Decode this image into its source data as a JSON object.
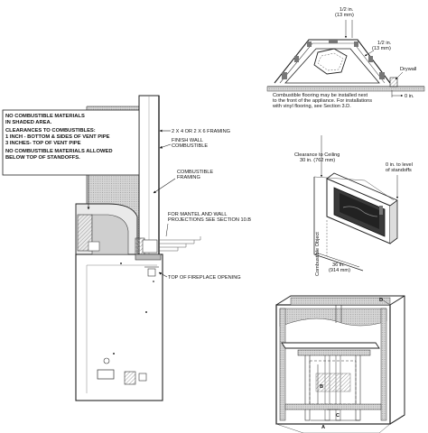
{
  "left_view": {
    "clearance_note": [
      "NO COMBUSTIBLE MATERIALS",
      "IN SHADED AREA.",
      "",
      "CLEARANCES TO COMBUSTIBLES:",
      "1 INCH - BOTTOM & SIDES OF VENT PIPE",
      "3 INCHES- TOP OF VENT PIPE",
      "",
      "NO COMBUSTIBLE MATERIALS ALLOWED",
      "BELOW TOP OF STANDOFFS."
    ],
    "framing_label": "2 X 4 OR 2 X 6 FRAMING",
    "finish_wall_label": [
      "FINISH WALL",
      "COMBUSTIBLE"
    ],
    "combustible_framing_label": [
      "COMBUSTIBLE",
      "FRAMING"
    ],
    "mantel_label": [
      "FOR MANTEL AND WALL",
      "PROJECTIONS SEE SECTION 10.B"
    ],
    "opening_label": "TOP OF FIREPLACE OPENING"
  },
  "top_view": {
    "dim_top": [
      "1/2 in.",
      "(13 mm)"
    ],
    "dim_right": [
      "1/2 in.",
      "(13 mm)"
    ],
    "drywall_label": "Drywall",
    "zero_label": "0 in.",
    "flooring_note": [
      "Combustible flooring may be installed next",
      "to the front of the appliance.  For installations",
      "with vinyl flooring, see Section 3.D."
    ]
  },
  "corner_view": {
    "ceiling_label": [
      "Clearance to Ceiling",
      "30 in. (762 mm)"
    ],
    "standoff_label": [
      "0 in. to level",
      "of standoffs"
    ],
    "object_label": "Combustible Object",
    "dim_label": [
      "36 in.",
      "(914 mm)"
    ]
  },
  "frame_view": {
    "letters": [
      "A",
      "B",
      "C",
      "D"
    ]
  }
}
